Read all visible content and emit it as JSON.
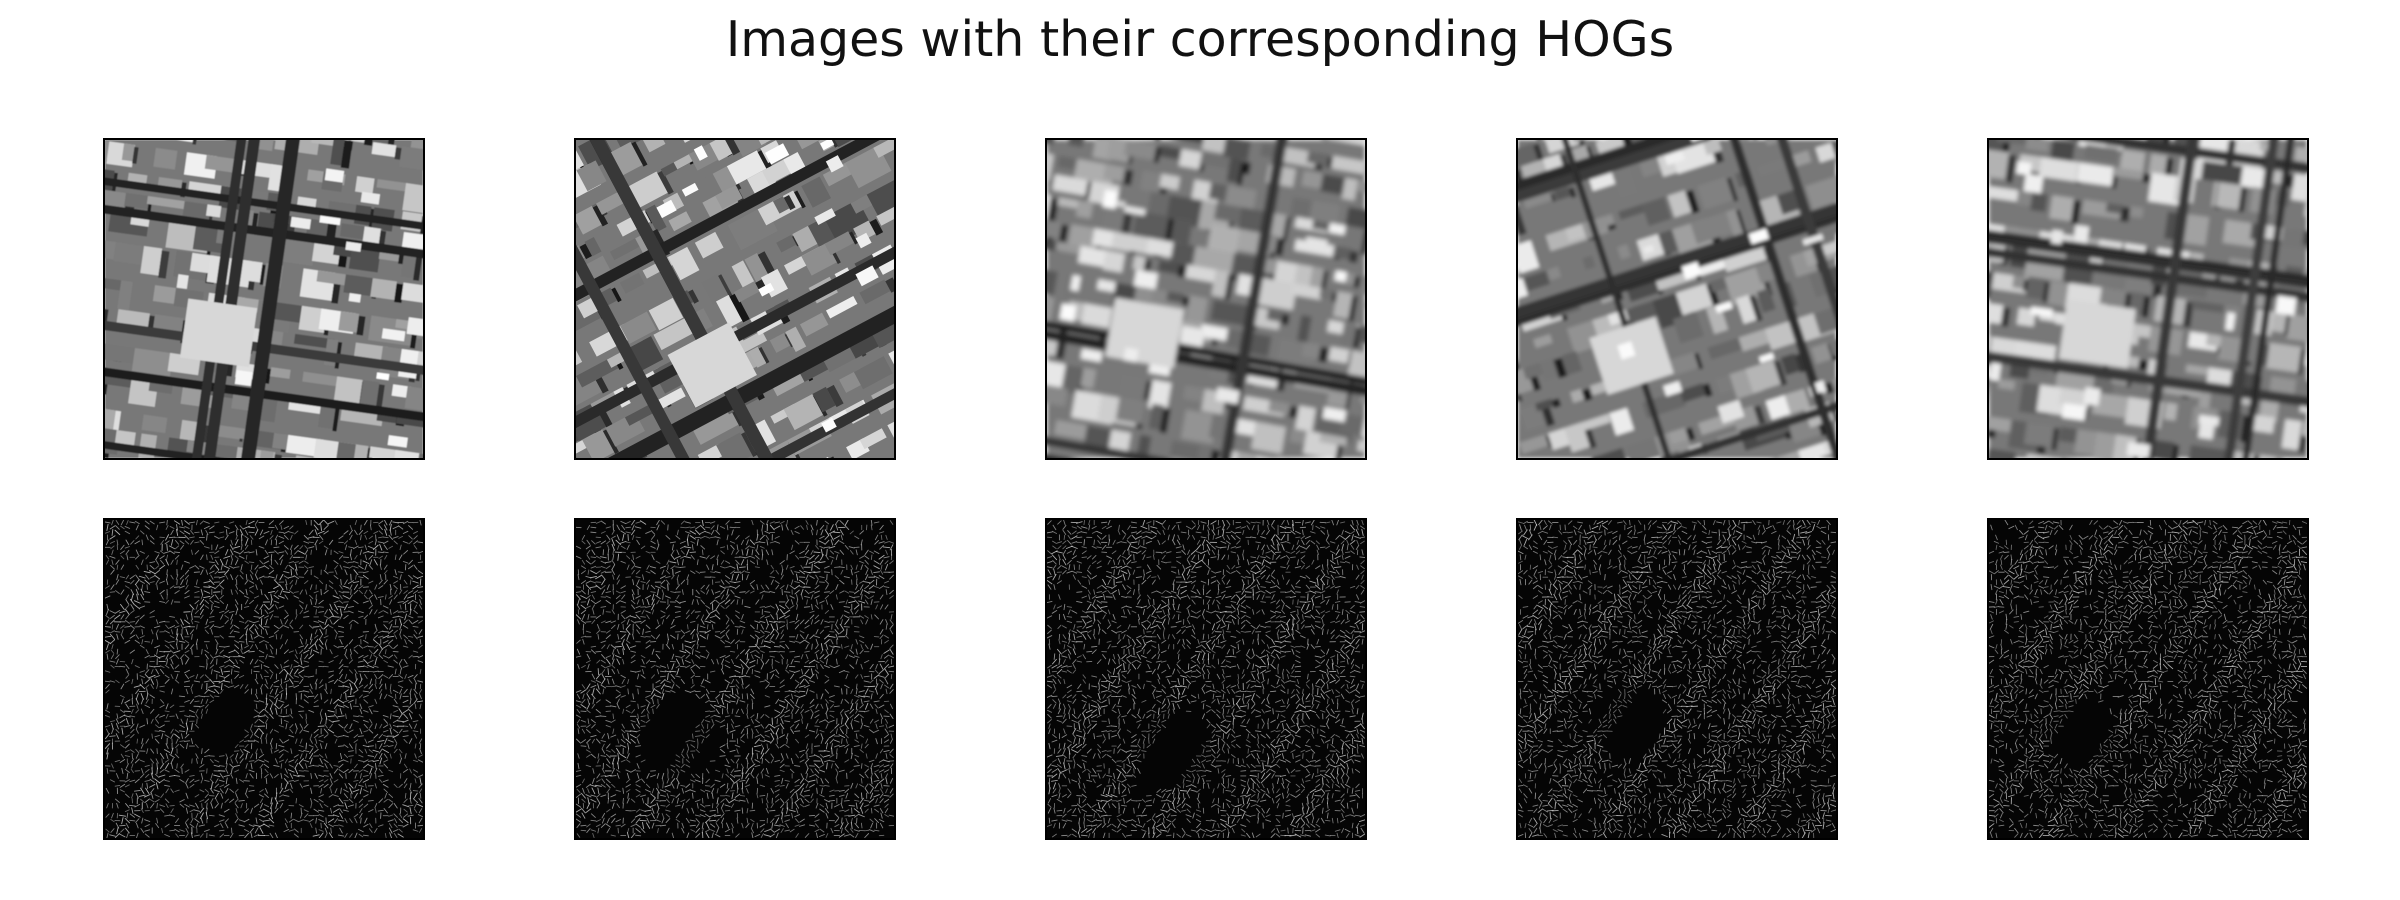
{
  "figure": {
    "title": "Images with their corresponding HOGs"
  },
  "panels": {
    "images": [
      {
        "name": "aerial-image-1",
        "blur": 0.6,
        "rotation": 8
      },
      {
        "name": "aerial-image-2",
        "blur": 0.4,
        "rotation": -28
      },
      {
        "name": "aerial-image-3",
        "blur": 2.4,
        "rotation": 10
      },
      {
        "name": "aerial-image-4",
        "blur": 2.0,
        "rotation": -18
      },
      {
        "name": "aerial-image-5",
        "blur": 2.2,
        "rotation": 8
      }
    ],
    "hogs": [
      {
        "name": "hog-image-1"
      },
      {
        "name": "hog-image-2"
      },
      {
        "name": "hog-image-3"
      },
      {
        "name": "hog-image-4"
      },
      {
        "name": "hog-image-5"
      }
    ]
  },
  "colors": {
    "hog_background": "#050505",
    "hog_stroke": "#d8d8d8",
    "frame": "#000000"
  }
}
